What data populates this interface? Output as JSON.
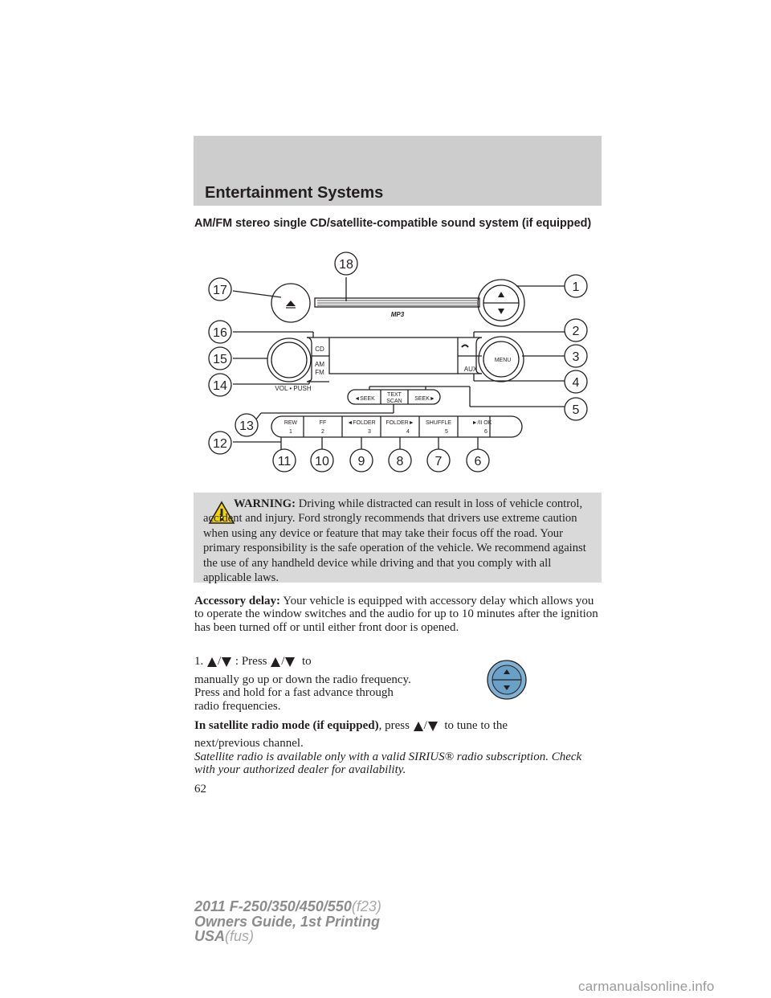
{
  "header": {
    "title": "Entertainment Systems"
  },
  "section": {
    "heading": "AM/FM stereo single CD/satellite-compatible sound system (if equipped)"
  },
  "diagram": {
    "callouts": [
      "1",
      "2",
      "3",
      "4",
      "5",
      "6",
      "7",
      "8",
      "9",
      "10",
      "11",
      "12",
      "13",
      "14",
      "15",
      "16",
      "17",
      "18"
    ],
    "labels": {
      "mp3": "MP3",
      "cd": "CD",
      "am": "AM",
      "fm": "FM",
      "vol_push": "VOL • PUSH",
      "aux": "AUX",
      "menu": "MENU",
      "seek_left": "◄SEEK",
      "seek_right": "SEEK►",
      "text": "TEXT",
      "scan": "SCAN"
    },
    "preset_buttons": [
      {
        "top": "REW",
        "num": "1"
      },
      {
        "top": "FF",
        "num": "2"
      },
      {
        "top": "◄FOLDER",
        "num": "3"
      },
      {
        "top": "FOLDER►",
        "num": "4"
      },
      {
        "top": "SHUFFLE",
        "num": "5"
      },
      {
        "top": "►/II  OK",
        "num": "6"
      }
    ]
  },
  "warning": {
    "label": "WARNING:",
    "text": "Driving while distracted can result in loss of vehicle control, accident and injury. Ford strongly recommends that drivers use extreme caution when using any device or feature that may take their focus off the road. Your primary responsibility is the safe operation of the vehicle. We recommend against the use of any handheld device while driving and that you comply with all applicable laws."
  },
  "accessory": {
    "label": "Accessory delay:",
    "text": "Your vehicle is equipped with accessory delay which allows you to operate the window switches and the audio for up to 10 minutes after the ignition has been turned off or until either front door is opened."
  },
  "item1": {
    "num": "1.",
    "slash": "/",
    "press": ": Press",
    "to": "to",
    "text": "manually go up or down the radio frequency. Press and hold for a fast advance through radio frequencies."
  },
  "satellite": {
    "label": "In satellite radio mode (if equipped)",
    "press": ", press",
    "slash": "/",
    "tail": "to tune to the",
    "line2": "next/previous channel.",
    "note": "Satellite radio is available only with a valid SIRIUS® radio subscription. Check with your authorized dealer for availability."
  },
  "page": {
    "number": "62"
  },
  "footer": {
    "line1_main": "2011 F-250/350/450/550",
    "line1_code": "(f23)",
    "line2_main": "Owners Guide, 1st Printing",
    "line3_main": "USA",
    "line3_code": "(fus)"
  },
  "watermark": "carmanualsonline.info"
}
